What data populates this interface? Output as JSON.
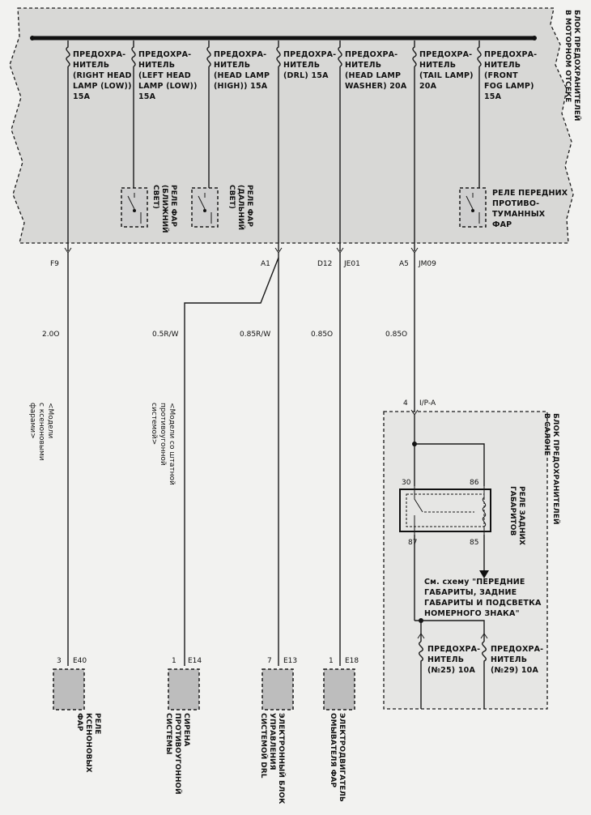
{
  "blocks": {
    "engine": [
      "БЛОК ПРЕДОХРАНИТЕЛЕЙ",
      "В МОТОРНОМ ОТСЕКЕ"
    ],
    "cabin": [
      "БЛОК ПРЕДОХРАНИТЕЛЕЙ",
      "В САЛОНЕ"
    ]
  },
  "fuses": [
    {
      "lines": [
        "ПРЕДОХРА-",
        "НИТЕЛЬ",
        "(RIGHT HEAD",
        "LAMP (LOW))",
        "15A"
      ]
    },
    {
      "lines": [
        "ПРЕДОХРА-",
        "НИТЕЛЬ",
        "(LEFT HEAD",
        "LAMP (LOW))",
        "15A"
      ]
    },
    {
      "lines": [
        "ПРЕДОХРА-",
        "НИТЕЛЬ",
        "(HEAD LAMP",
        "(HIGH)) 15A"
      ]
    },
    {
      "lines": [
        "ПРЕДОХРА-",
        "НИТЕЛЬ",
        "(DRL) 15A"
      ]
    },
    {
      "lines": [
        "ПРЕДОХРА-",
        "НИТЕЛЬ",
        "(HEAD LAMP",
        "WASHER) 20A"
      ]
    },
    {
      "lines": [
        "ПРЕДОХРА-",
        "НИТЕЛЬ",
        "(TAIL LAMP)",
        "20A"
      ]
    },
    {
      "lines": [
        "ПРЕДОХРА-",
        "НИТЕЛЬ",
        "(FRONT",
        "FOG LAMP)",
        "15A"
      ]
    }
  ],
  "relays": {
    "low_beam": [
      "РЕЛЕ ФАР",
      "(БЛИЖНИЙ",
      "СВЕТ)"
    ],
    "high_beam": [
      "РЕЛЕ ФАР",
      "(ДАЛЬНИЙ",
      "СВЕТ)"
    ],
    "fog": [
      "РЕЛЕ ПЕРЕДНИХ",
      "ПРОТИВО-",
      "ТУМАННЫХ",
      "ФАР"
    ],
    "tail": [
      "РЕЛЕ ЗАДНИХ",
      "ГАБАРИТОВ"
    ]
  },
  "connectors": {
    "f9": "F9",
    "a1": "A1",
    "d12": "D12",
    "je01": "JE01",
    "a5": "A5",
    "jm09": "JM09",
    "ipa_pin": "4",
    "ipa": "I/P-A"
  },
  "wires": {
    "w1": "2.0O",
    "w2": "0.5R/W",
    "w3": "0.85R/W",
    "w4": "0.85O",
    "w5": "0.85O"
  },
  "notes": {
    "xenon": [
      "<Модели",
      "с ксеноновыми",
      "фарами>"
    ],
    "alarm": [
      "<Модели со штатной",
      "противоугонной",
      "системой>"
    ]
  },
  "pins": {
    "p30": "30",
    "p86": "86",
    "p87": "87",
    "p85": "85"
  },
  "see_scheme": [
    "См. схему \"ПЕРЕДНИЕ",
    "ГАБАРИТЫ, ЗАДНИЕ",
    "ГАБАРИТЫ И ПОДСВЕТКА",
    "НОМЕРНОГО ЗНАКА\""
  ],
  "cabin_fuses": [
    {
      "lines": [
        "ПРЕДОХРА-",
        "НИТЕЛЬ",
        "(№25) 10A"
      ]
    },
    {
      "lines": [
        "ПРЕДОХРА-",
        "НИТЕЛЬ",
        "(№29) 10A"
      ]
    }
  ],
  "components": [
    {
      "pin": "3",
      "conn": "E40",
      "lines": [
        "РЕЛЕ",
        "КСЕНОНОВЫХ",
        "ФАР"
      ]
    },
    {
      "pin": "1",
      "conn": "E14",
      "lines": [
        "СИРЕНА",
        "ПРОТИВОУГОННОЙ",
        "СИСТЕМЫ"
      ]
    },
    {
      "pin": "7",
      "conn": "E13",
      "lines": [
        "ЭЛЕКТРОННЫЙ БЛОК",
        "УПРАВЛЕНИЯ",
        "СИСТЕМОЙ DRL"
      ]
    },
    {
      "pin": "1",
      "conn": "E18",
      "lines": [
        "ЭЛЕКТРОДВИГАТЕЛЬ",
        "ОМЫВАТЕЛЯ ФАР"
      ]
    }
  ]
}
